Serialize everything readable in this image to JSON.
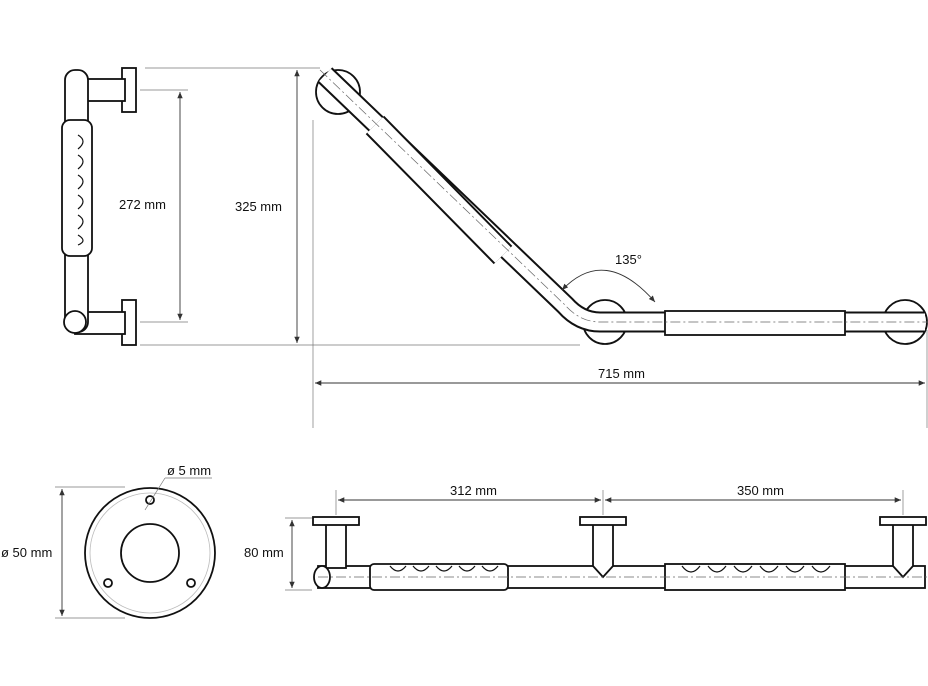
{
  "side_view": {
    "height_inner": "272 mm",
    "height_total": "325 mm"
  },
  "front_view": {
    "angle": "135°",
    "width_total": "715 mm"
  },
  "flange": {
    "hole_diameter": "ø 5 mm",
    "flange_diameter": "ø 50 mm"
  },
  "top_view": {
    "spacing_left": "312 mm",
    "spacing_right": "350 mm",
    "depth": "80 mm"
  }
}
